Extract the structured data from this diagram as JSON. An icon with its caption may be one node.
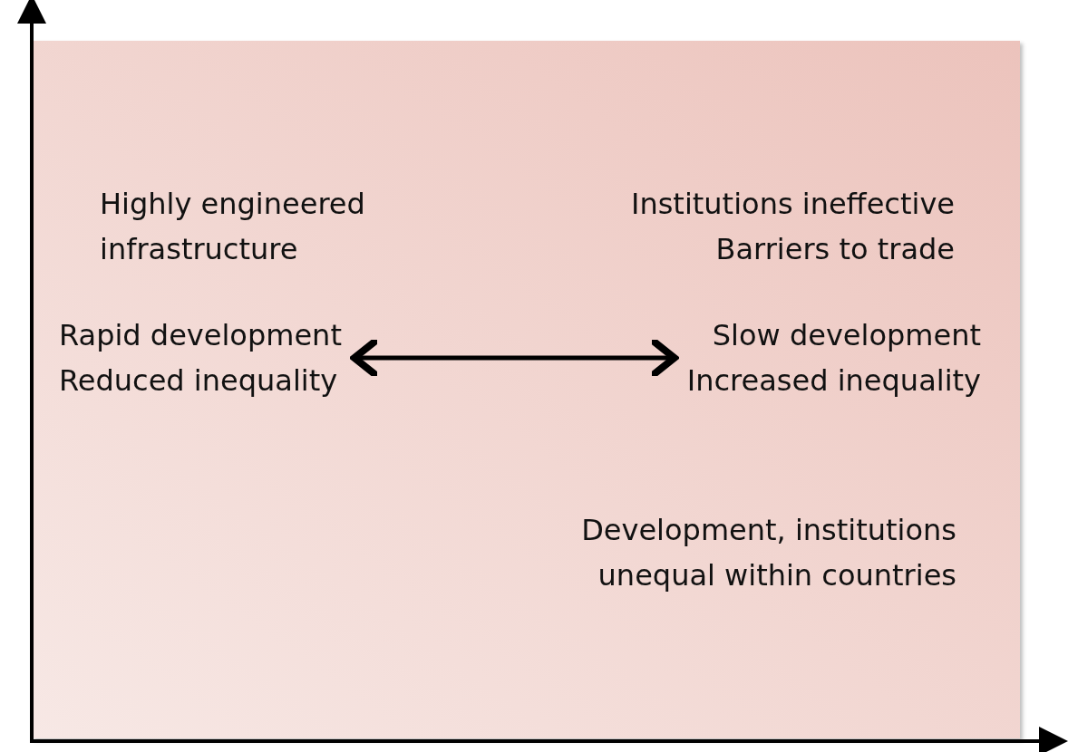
{
  "diagram": {
    "nodes": [
      {
        "text": [
          "Rapid development",
          "Reduced inequality"
        ]
      },
      {
        "text": [
          "Slow development",
          "Increased inequality"
        ]
      }
    ],
    "edges": [
      {
        "from": 0,
        "to": 1,
        "arrow": "both"
      }
    ],
    "labels": [
      "Highly engineered infrastructure",
      "Institutions ineffective",
      "Barriers to trade",
      "Development, institutions unequal within countries"
    ]
  }
}
